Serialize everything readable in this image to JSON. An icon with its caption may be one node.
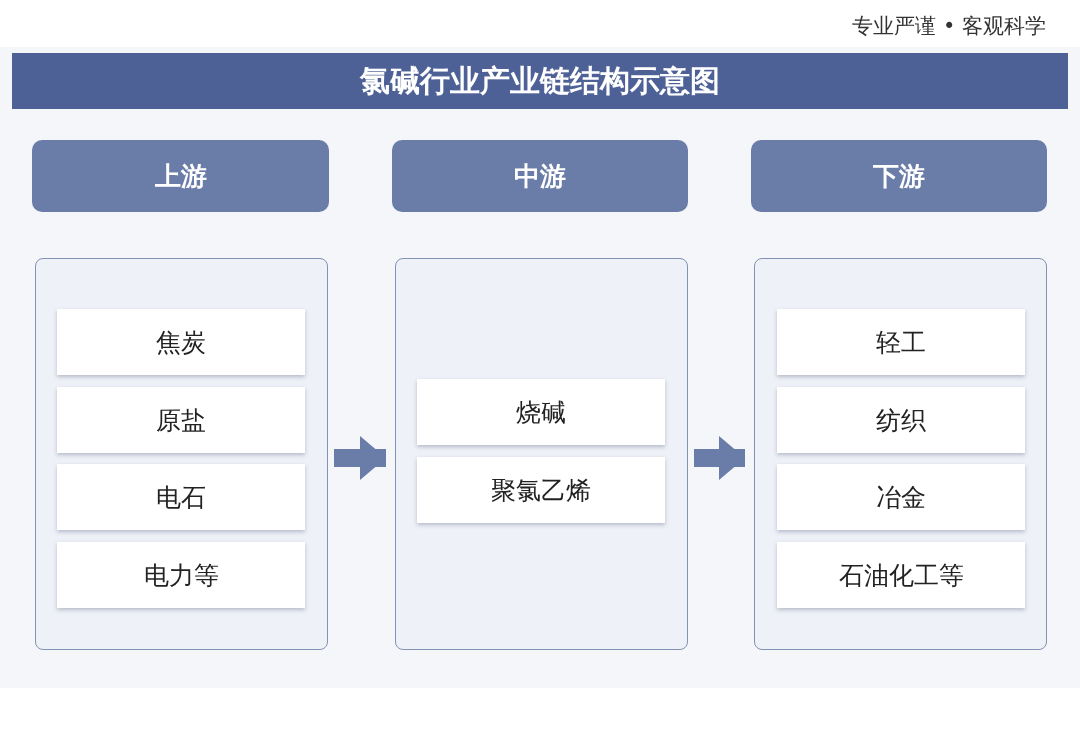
{
  "diagram": {
    "title": "氯碱行业产业链结构示意图",
    "nodes": [
      {
        "text": [
          "上游"
        ]
      },
      {
        "text": [
          "中游"
        ]
      },
      {
        "text": [
          "下游"
        ]
      },
      {
        "text": [],
        "shape": "box"
      },
      {
        "text": [
          "焦炭"
        ],
        "in": 3
      },
      {
        "text": [
          "原盐"
        ],
        "in": 3
      },
      {
        "text": [
          "电石"
        ],
        "in": 3
      },
      {
        "text": [
          "电力等"
        ],
        "in": 3
      },
      {
        "text": [],
        "shape": "box"
      },
      {
        "text": [
          "烧碱"
        ],
        "in": 8
      },
      {
        "text": [
          "聚氯乙烯"
        ],
        "in": 8
      },
      {
        "text": [],
        "shape": "box"
      },
      {
        "text": [
          "轻工"
        ],
        "in": 11
      },
      {
        "text": [
          "纺织"
        ],
        "in": 11
      },
      {
        "text": [
          "冶金"
        ],
        "in": 11
      },
      {
        "text": [
          "石油化工等"
        ],
        "in": 11
      }
    ],
    "edges": [
      {
        "from": 3,
        "to": 8,
        "arrow": "to"
      },
      {
        "from": 8,
        "to": 11,
        "arrow": "to"
      }
    ],
    "labels": [
      "专业严谨 • 客观科学"
    ]
  }
}
